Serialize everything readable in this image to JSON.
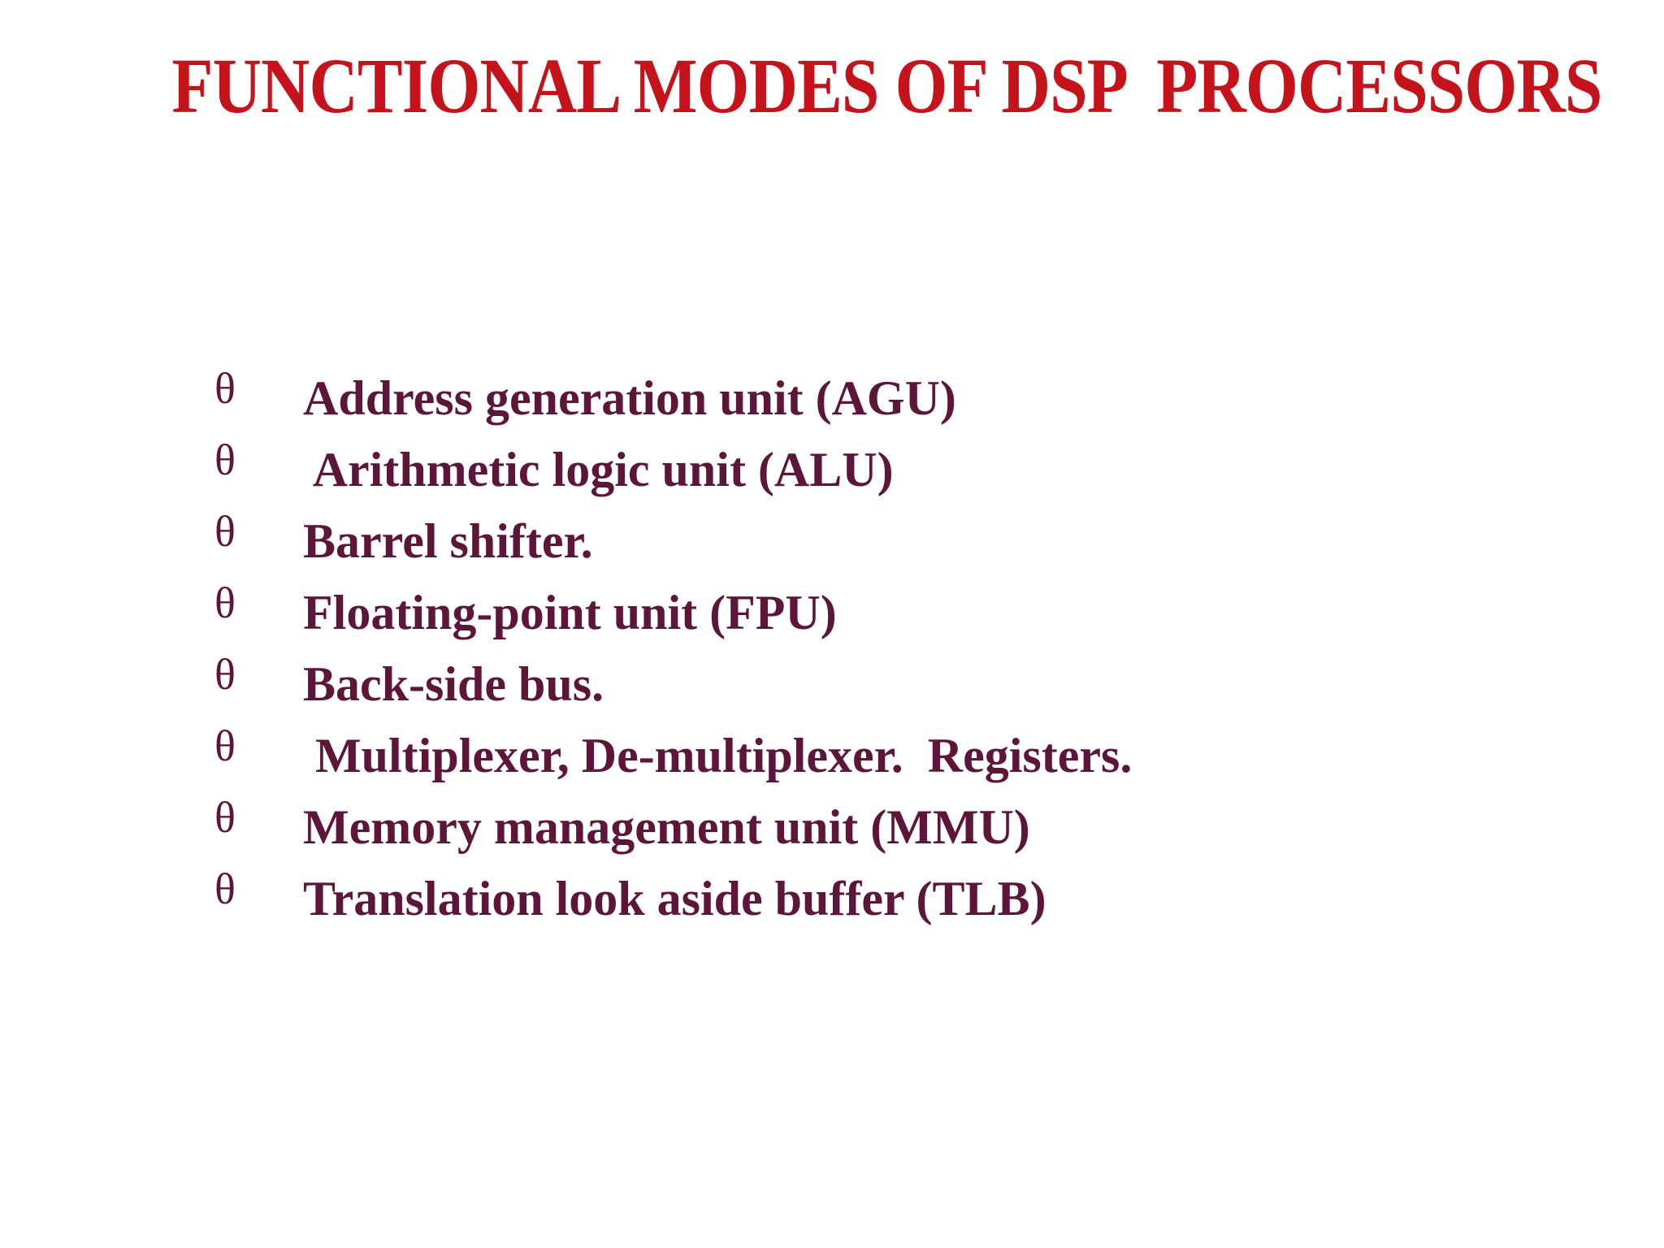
{
  "slide": {
    "background_color": "#FFFFFF",
    "title": "FUNCTIONAL MODES OF DSP  PROCESSORS",
    "title_color": "#C5131B",
    "body_color": "#5E153A",
    "bullet_glyph": "θ",
    "bullets": [
      "Address generation unit (AGU)",
      " Arithmetic logic unit (ALU)",
      "Barrel shifter.",
      "Floating-point unit (FPU)",
      "Back-side bus.",
      " Multiplexer, De-multiplexer.  Registers.",
      "Memory management unit (MMU)",
      "Translation look aside buffer (TLB)"
    ]
  }
}
